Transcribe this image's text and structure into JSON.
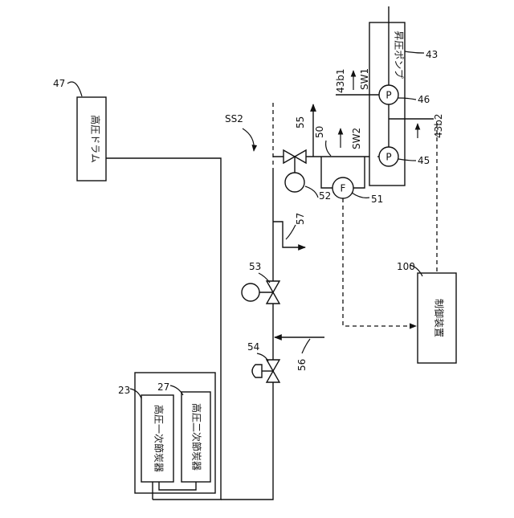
{
  "labels": {
    "l47": "47",
    "l43": "43",
    "l43b1": "43b1",
    "l43b2": "43b2",
    "l46": "46",
    "l45": "45",
    "l51": "51",
    "l52": "52",
    "l50": "50",
    "l55": "55",
    "l57": "57",
    "l53": "53",
    "l54": "54",
    "l56": "56",
    "l100": "100",
    "l23": "23",
    "l27": "27",
    "ss2": "SS2",
    "sw1": "SW1",
    "sw2": "SW2"
  },
  "components": {
    "drum": "高圧ドラム",
    "booster_pump": "昇圧ポンプ",
    "controller": "制御装置",
    "eco23": "高圧一次節炭器",
    "eco27": "高圧二次節炭器",
    "pump_symbol": "P",
    "flow_symbol": "F"
  }
}
